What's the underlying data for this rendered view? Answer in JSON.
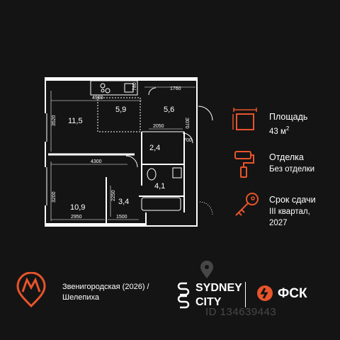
{
  "rooms": [
    {
      "area": "11,5"
    },
    {
      "area": "5,9"
    },
    {
      "area": "5,6"
    },
    {
      "area": "2,4"
    },
    {
      "area": "4,1"
    },
    {
      "area": "10,9"
    },
    {
      "area": "3,4"
    }
  ],
  "dimensions": {
    "d4960": "4960",
    "d1760": "1760",
    "d780": "780",
    "d3520": "3520",
    "d3070": "3070",
    "d2050": "2050",
    "d700": "700",
    "d4300": "4300",
    "d3200": "3200",
    "d2250": "2250",
    "d2950": "2950",
    "d1500": "1500"
  },
  "info": {
    "area_label": "Площадь",
    "area_value": "43 м",
    "area_unit_sup": "2",
    "finish_label": "Отделка",
    "finish_value": "Без отделки",
    "delivery_label": "Срок сдачи",
    "delivery_line1": "III квартал,",
    "delivery_line2": "2027"
  },
  "metro": {
    "line1": "Звенигородская (2026) /",
    "line2": "Шелепиха"
  },
  "brands": {
    "sydney_line1": "SYDNEY",
    "sydney_line2": "CITY",
    "fsk": "ФСК"
  },
  "watermark": {
    "id": "ID 134639443"
  },
  "colors": {
    "accent": "#e8542b",
    "background": "#141414",
    "text": "#ffffff"
  }
}
